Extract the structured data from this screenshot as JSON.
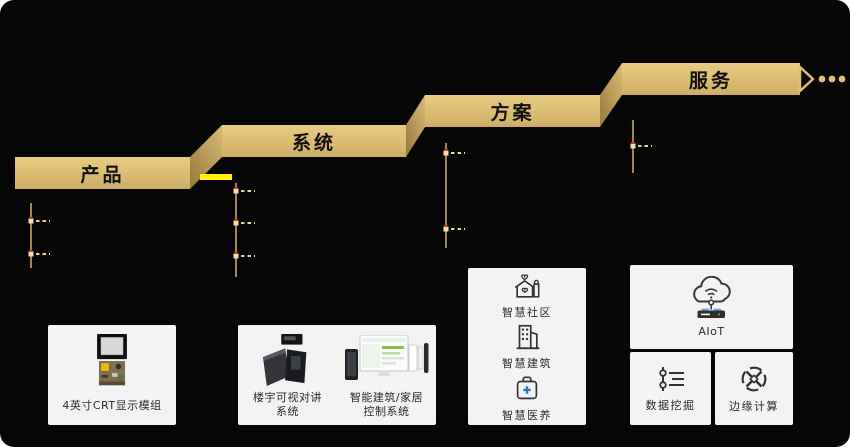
{
  "banners": {
    "steps": [
      {
        "label": "产品"
      },
      {
        "label": "系统"
      },
      {
        "label": "方案"
      },
      {
        "label": "服务"
      }
    ],
    "flow_end": {
      "arrow_icon": "hollow-right-triangle",
      "trailing_dots": 3
    }
  },
  "cards": {
    "product": {
      "image": "crt-display-module-photo",
      "caption": "4英寸CRT显示模组"
    },
    "system": {
      "items": [
        {
          "image": "video-intercom-photo",
          "caption": "楼宇可视对讲\n系统"
        },
        {
          "image": "smart-control-photo",
          "caption": "智能建筑/家居\n控制系统"
        }
      ]
    },
    "solution": {
      "items": [
        {
          "icon": "community-house-heart-icon",
          "label": "智慧社区"
        },
        {
          "icon": "building-icon",
          "label": "智慧建筑"
        },
        {
          "icon": "medical-kit-icon",
          "label": "智慧医养"
        }
      ]
    },
    "service": {
      "aiot": {
        "icon": "aiot-cloud-icon",
        "label": "AIoT"
      },
      "items": [
        {
          "icon": "data-mining-sliders-icon",
          "label": "数据挖掘"
        },
        {
          "icon": "edge-computing-icon",
          "label": "边缘计算"
        }
      ]
    }
  },
  "colors": {
    "background": "#060606",
    "ribbon": "#dcbe74",
    "ribbon_fold": "#b99b5c",
    "highlight": "#fff100",
    "connector": "#c8a96a",
    "node_red": "#cf3b1e",
    "card_bg": "#f3f3f3",
    "accent_blue": "#2f78cf",
    "icon_ink": "#333333"
  }
}
